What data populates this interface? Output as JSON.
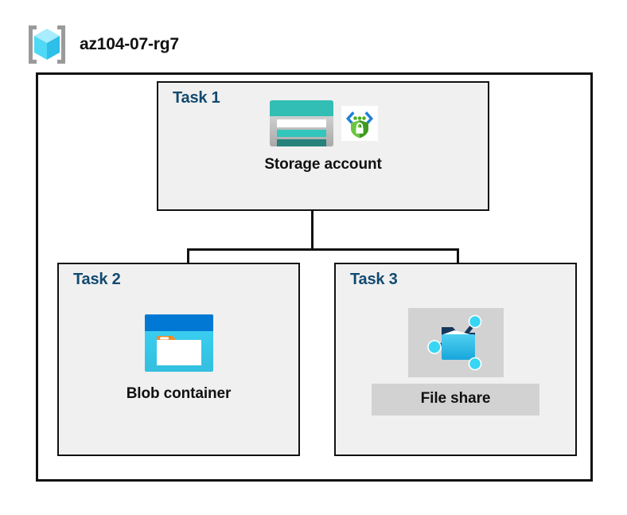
{
  "diagram": {
    "type": "azure-architecture",
    "resource_group": {
      "name": "az104-07-rg7",
      "icon": "resource-group-cube-icon"
    },
    "tasks": [
      {
        "label": "Task 1",
        "node": {
          "caption": "Storage account",
          "icons": [
            "storage-account-icon",
            "security-shield-badge-icon"
          ],
          "highlighted": false
        }
      },
      {
        "label": "Task 2",
        "node": {
          "caption": "Blob container",
          "icons": [
            "blob-container-icon"
          ],
          "highlighted": false
        }
      },
      {
        "label": "Task 3",
        "node": {
          "caption": "File share",
          "icons": [
            "file-share-icon"
          ],
          "highlighted": true
        }
      }
    ],
    "connections": [
      {
        "from": "Storage account",
        "to": "Blob container"
      },
      {
        "from": "Storage account",
        "to": "File share"
      }
    ],
    "colors": {
      "task_label": "#124A70",
      "box_fill": "#f0f0f0",
      "border": "#111111",
      "caption": "#111111",
      "highlight": "#d2d2d2",
      "storage_teal": "#32BEB4",
      "storage_teal_dark": "#1F7A72",
      "blob_blue": "#0078D4",
      "blob_cyan": "#32C8F0",
      "folder_orange": "#F08C28",
      "shield_green": "#4CAF27",
      "bracket_blue": "#1E7FD4",
      "cube_cyan": "#37D6F5"
    }
  }
}
